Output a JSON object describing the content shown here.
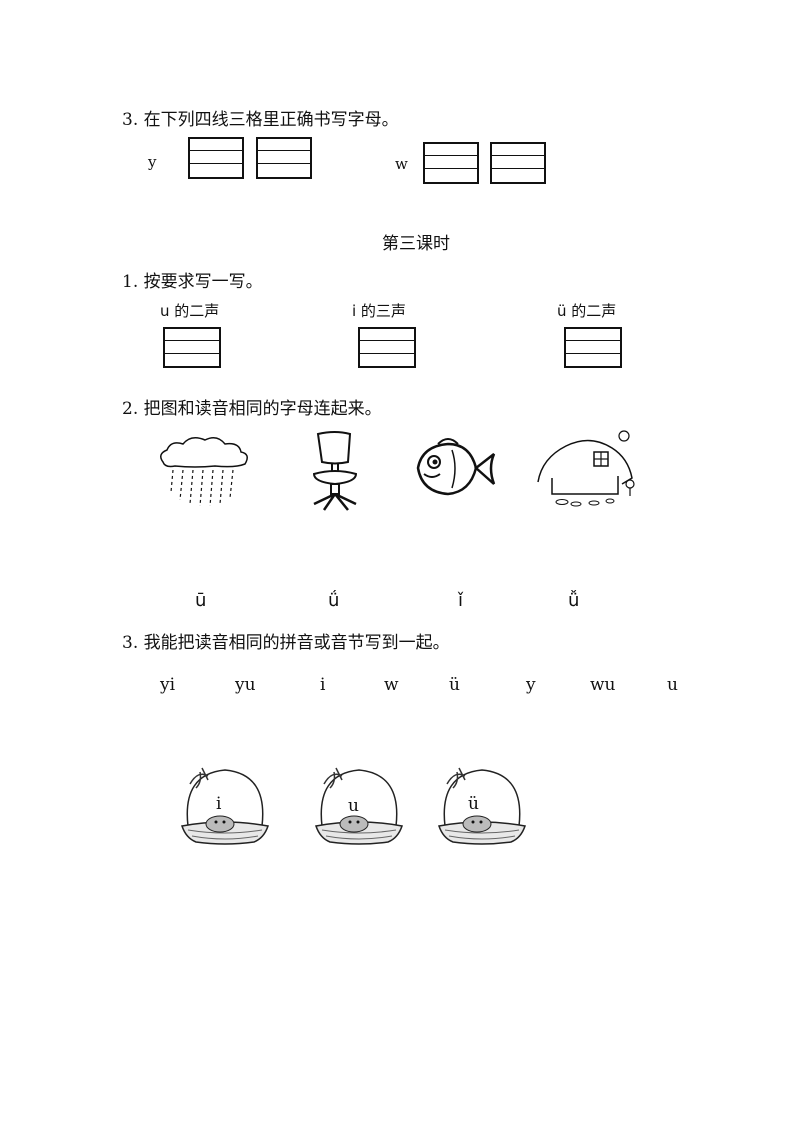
{
  "part1": {
    "q3_title": "3. 在下列四线三格里正确书写字母。",
    "letter_y": "y",
    "letter_w": "w"
  },
  "lesson_heading": "第三课时",
  "q1": {
    "title": "1. 按要求写一写。",
    "items": [
      {
        "label": "u 的二声"
      },
      {
        "label": "i 的三声"
      },
      {
        "label": "ü 的二声"
      }
    ]
  },
  "q2": {
    "title": "2. 把图和读音相同的字母连起来。",
    "pictures": [
      "rain-cloud",
      "chair",
      "fish",
      "house"
    ],
    "letters": [
      "ū",
      "ǘ",
      "ǐ",
      "ǚ"
    ]
  },
  "q3": {
    "title": "3. 我能把读音相同的拼音或音节写到一起。",
    "syllables": [
      "yi",
      "yu",
      "i",
      "w",
      "ü",
      "y",
      "wu",
      "u"
    ],
    "baskets": [
      {
        "label": "i"
      },
      {
        "label": "u"
      },
      {
        "label": "ü"
      }
    ]
  }
}
